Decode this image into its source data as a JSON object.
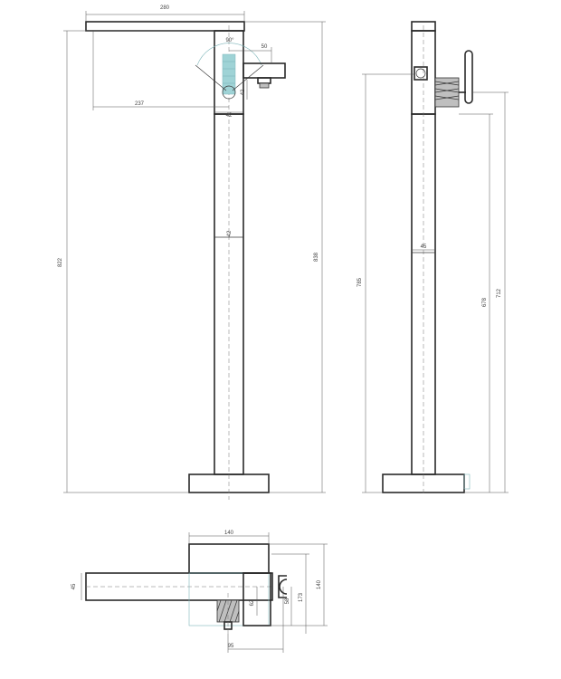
{
  "colors": {
    "line": "#2a2a2a",
    "dimension": "#555555",
    "accent": "#9fd3d6",
    "knurl": "#bfbfbf"
  },
  "front_view": {
    "dims": {
      "spout_length": "280",
      "spout_reach": "237",
      "swivel_angle": "90°",
      "outlet_offset": "50",
      "head_height": "42",
      "body_width_top": "42",
      "body_width_mid": "42",
      "total_height": "822",
      "height_right": "838"
    }
  },
  "side_view": {
    "dims": {
      "body_width": "45",
      "height_left": "785",
      "height_handle": "678",
      "height_right": "712"
    }
  },
  "plan_view": {
    "dims": {
      "base_width": "140",
      "body_depth": "45",
      "depth_140": "140",
      "depth_173": "173",
      "depth_58": "58",
      "handle_offset": "62",
      "handle_x": "95"
    }
  }
}
